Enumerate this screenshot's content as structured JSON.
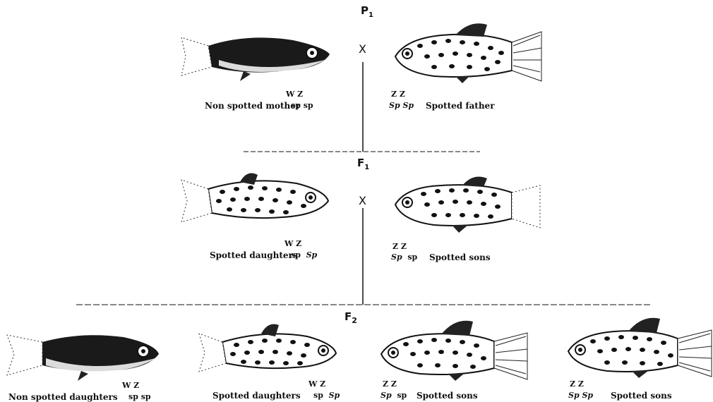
{
  "generations": {
    "p1": "P",
    "p1_sub": "1",
    "f1": "F",
    "f1_sub": "1",
    "f2": "F",
    "f2_sub": "2"
  },
  "cross_symbol": "X",
  "p1": {
    "mother_label": "Non spotted mother",
    "mother_chrom": "W  Z",
    "mother_alleles": "sp  sp",
    "father_chrom": "Z  Z",
    "father_alleles": "Sp  Sp",
    "father_label": "Spotted father"
  },
  "f1": {
    "daughter_label": "Spotted daughters",
    "daughter_chrom": "W  Z",
    "daughter_allele1": "sp",
    "daughter_allele2": "Sp",
    "son_chrom": "Z  Z",
    "son_allele1": "Sp",
    "son_allele2": "sp",
    "son_label": "Spotted sons"
  },
  "f2": {
    "o1_label": "Non spotted daughters",
    "o1_chrom": "W  Z",
    "o1_alleles": "sp  sp",
    "o2_label": "Spotted daughters",
    "o2_chrom": "W  Z",
    "o2_allele1": "sp",
    "o2_allele2": "Sp",
    "o3_chrom": "Z  Z",
    "o3_allele1": "Sp",
    "o3_allele2": "sp",
    "o3_label": "Spotted sons",
    "o4_chrom": "Z  Z",
    "o4_alleles": "Sp  Sp",
    "o4_label": "Spotted sons"
  }
}
